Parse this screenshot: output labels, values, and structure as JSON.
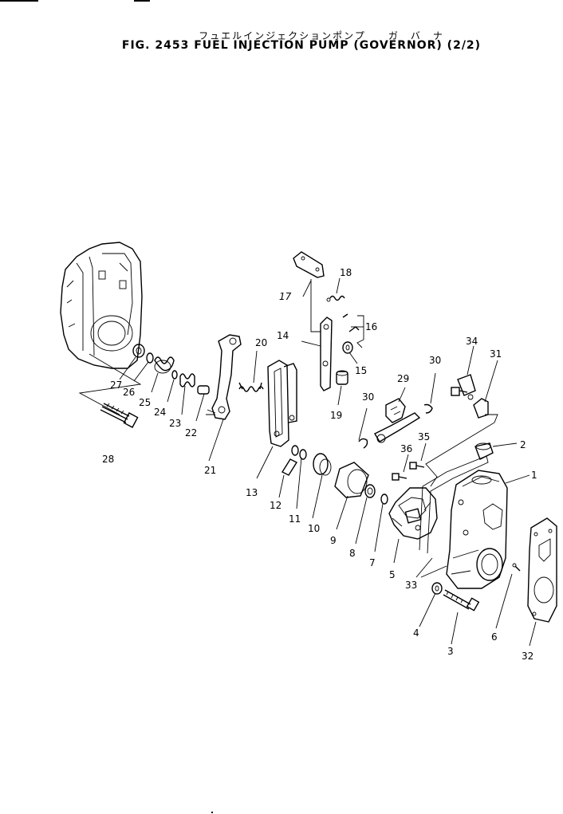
{
  "title": {
    "japanese": "フュエルインジェクションポンプ　　ガ　バ　ナ",
    "english": "FIG. 2453  FUEL INJECTION PUMP (GOVERNOR) (2/2)"
  },
  "callouts": {
    "c1": "1",
    "c2": "2",
    "c3": "3",
    "c4": "4",
    "c5": "5",
    "c6": "6",
    "c7": "7",
    "c8": "8",
    "c9": "9",
    "c10": "10",
    "c11": "11",
    "c12": "12",
    "c13": "13",
    "c14": "14",
    "c15": "15",
    "c16": "16",
    "c17": "17",
    "c18": "18",
    "c19": "19",
    "c20": "20",
    "c21": "21",
    "c22": "22",
    "c23": "23",
    "c24": "24",
    "c25": "25",
    "c26": "26",
    "c27": "27",
    "c28": "28",
    "c29": "29",
    "c30a": "30",
    "c30b": "30",
    "c31": "31",
    "c32": "32",
    "c33": "33",
    "c34": "34",
    "c35": "35",
    "c36": "36"
  }
}
